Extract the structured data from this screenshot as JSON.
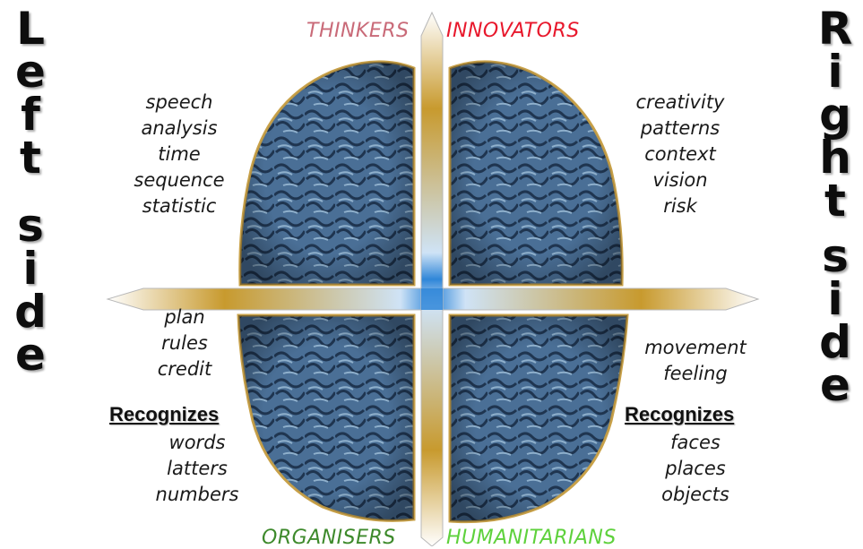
{
  "side_labels": {
    "left": [
      "L",
      "e",
      "f",
      "t",
      "s",
      "i",
      "d",
      "e"
    ],
    "right": [
      "R",
      "i",
      "g",
      "h",
      "t",
      "s",
      "i",
      "d",
      "e"
    ]
  },
  "headings": {
    "thinkers": {
      "text": "THINKERS",
      "color": "#c96a78"
    },
    "innovators": {
      "text": "INNOVATORS",
      "color": "#e8182c"
    },
    "organisers": {
      "text": "ORGANISERS",
      "color": "#3e8a2c"
    },
    "humanitarians": {
      "text": "HUMANITARIANS",
      "color": "#5ed13c"
    }
  },
  "quadrants": {
    "top_left": [
      "speech",
      "analysis",
      "time",
      "sequence",
      "statistic"
    ],
    "top_right": [
      "creativity",
      "patterns",
      "context",
      "vision",
      "risk"
    ],
    "bottom_left": [
      "plan",
      "rules",
      "credit"
    ],
    "bottom_right": [
      "movement",
      "feeling"
    ]
  },
  "recognizes": {
    "label": "Recognizes",
    "left": [
      "words",
      "latters",
      "numbers"
    ],
    "right": [
      "faces",
      "places",
      "objects"
    ]
  },
  "colors": {
    "brain": "#4a6f96",
    "brain_dark": "#1f3550",
    "brain_light": "#8fb0cc",
    "brain_edge": "#c9a24a",
    "gold": "#c89a2e",
    "blue": "#2f86d8"
  }
}
